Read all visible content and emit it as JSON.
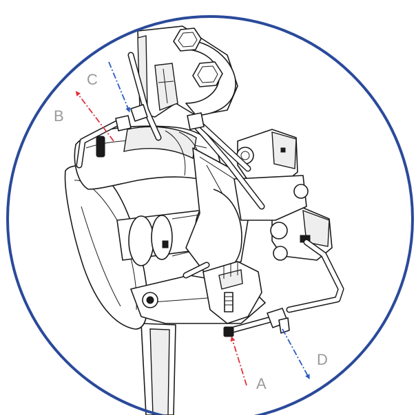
{
  "diagram": {
    "border_color": "#2a4a9a",
    "inlet_arrow_color": "#e0303a",
    "outlet_arrow_color": "#2a5abf",
    "label_color": "#9a9a9a",
    "ports": {
      "A": {
        "label": "A",
        "flow": "in",
        "color": "#e0303a"
      },
      "B": {
        "label": "B",
        "flow": "out",
        "color": "#e0303a"
      },
      "C": {
        "label": "C",
        "flow": "in",
        "color": "#2a5abf"
      },
      "D": {
        "label": "D",
        "flow": "out",
        "color": "#2a5abf"
      }
    }
  }
}
